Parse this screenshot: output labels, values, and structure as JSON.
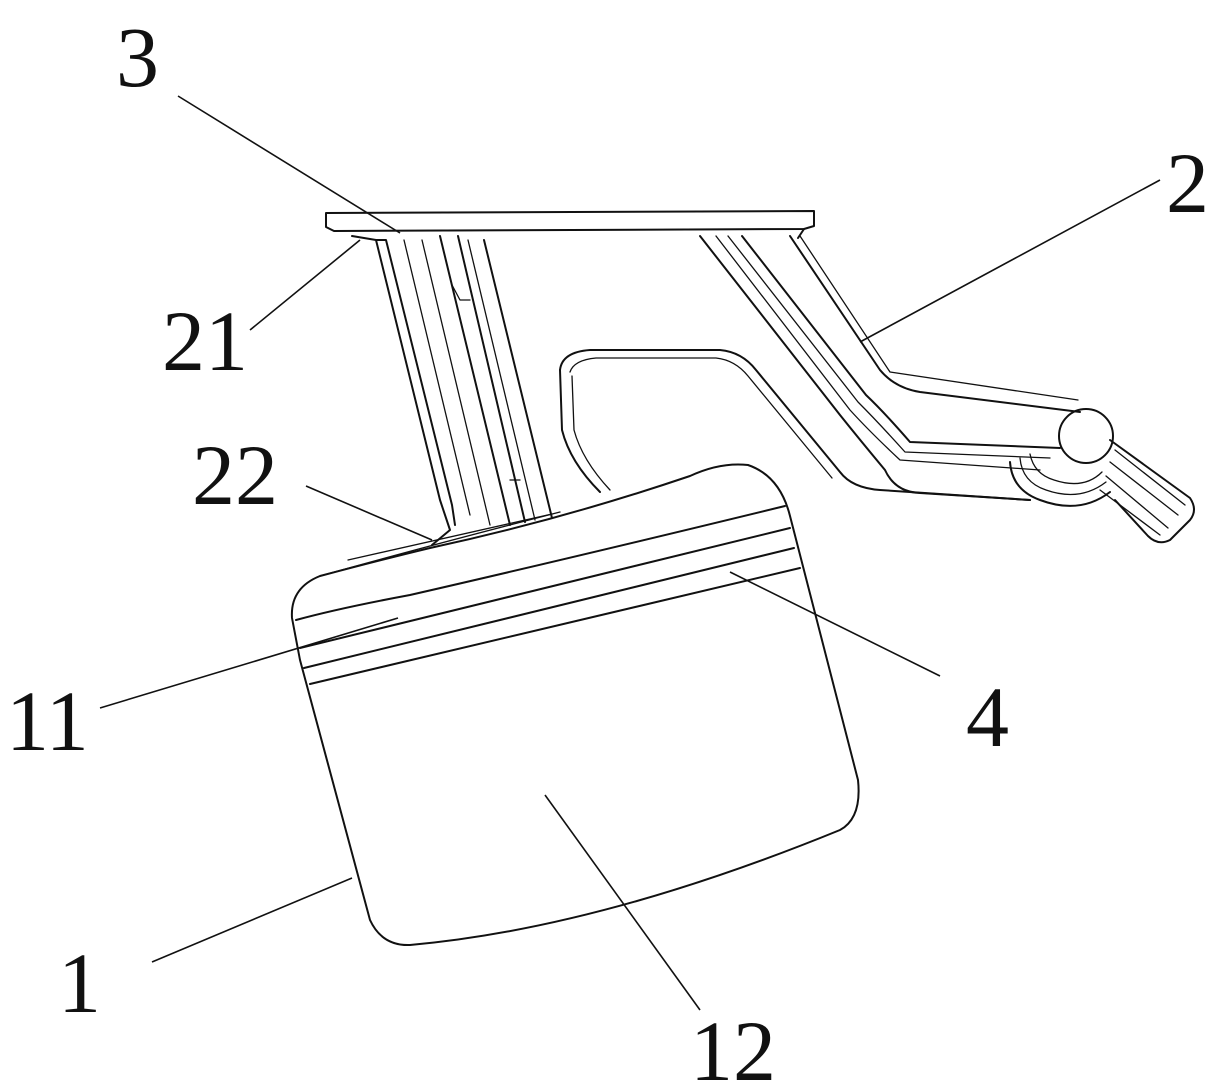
{
  "labels": {
    "l3": "3",
    "l2": "2",
    "l21": "21",
    "l22": "22",
    "l11": "11",
    "l4": "4",
    "l1": "1",
    "l12": "12"
  },
  "colors": {
    "line": "#111111",
    "background": "#ffffff"
  }
}
